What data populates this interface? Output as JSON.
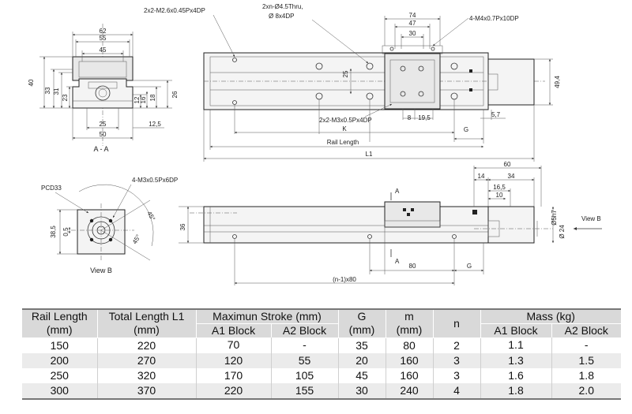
{
  "section_view": {
    "label": "A - A",
    "dims": {
      "d62": "62",
      "d55": "55",
      "d45": "45",
      "d25": "25",
      "d50": "50",
      "d12_5": "12,5",
      "h40": "40",
      "h33": "33",
      "h31": "31",
      "h23": "23",
      "h12": "12",
      "h16": "16",
      "h18": "18",
      "h26": "26"
    }
  },
  "top_view": {
    "callouts": {
      "c1": "2x2-M2.6x0.45Px4DP",
      "c2a": "2xn-Ø4.5Thru,",
      "c2b": "Ø 8x4DP",
      "c3": "4-M4x0.7Px10DP",
      "c4": "2x2-M3x0.5Px4DP"
    },
    "dims": {
      "d74": "74",
      "d47": "47",
      "d30": "30",
      "d25": "25",
      "d49_4": "49,4",
      "d8": "8",
      "d19_5": "19,5",
      "d5_7": "5,7",
      "k": "K",
      "g": "G",
      "rail_length": "Rail Length",
      "l1": "L1"
    }
  },
  "end_view": {
    "label": "View B",
    "callouts": {
      "pcd": "PCD33",
      "tap": "4-M3x0.5Px6DP"
    },
    "dims": {
      "d38_5": "38,5",
      "d0_5": "0,5",
      "a45a": "45°",
      "a45b": "45°"
    }
  },
  "side_view": {
    "dims": {
      "d60": "60",
      "d14": "14",
      "d34": "34",
      "d16_5": "16,5",
      "d10": "10",
      "phi5": "Ø5h7",
      "phi24": "Ø 24",
      "d36": "36",
      "d80": "80",
      "g": "G",
      "pitch": "(n-1)x80",
      "sec_a_top": "A",
      "sec_a_bot": "A"
    },
    "view_b": "View B"
  },
  "table": {
    "headers": {
      "rail_length": [
        "Rail Length",
        "(mm)"
      ],
      "total_length": [
        "Total Length L1",
        "(mm)"
      ],
      "max_stroke": "Maximun Stroke (mm)",
      "a1": "A1 Block",
      "a2": "A2 Block",
      "g": [
        "G",
        "(mm)"
      ],
      "m": [
        "m",
        "(mm)"
      ],
      "n": "n",
      "mass": "Mass (kg)",
      "mass_a1": "A1 Block",
      "mass_a2": "A2 Block"
    },
    "rows": [
      [
        "150",
        "220",
        "70",
        "-",
        "35",
        "80",
        "2",
        "1.1",
        "-"
      ],
      [
        "200",
        "270",
        "120",
        "55",
        "20",
        "160",
        "3",
        "1.3",
        "1.5"
      ],
      [
        "250",
        "320",
        "170",
        "105",
        "45",
        "160",
        "3",
        "1.6",
        "1.8"
      ],
      [
        "300",
        "370",
        "220",
        "155",
        "30",
        "240",
        "4",
        "1.8",
        "2.0"
      ]
    ]
  }
}
